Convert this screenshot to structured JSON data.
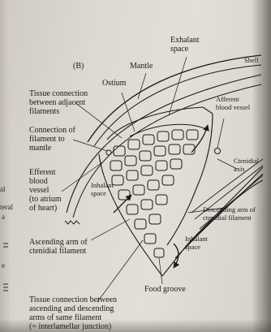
{
  "figure_label": "(B)",
  "labels": {
    "exhalant_space": "Exhalant\nspace",
    "shell": "Shell",
    "mantle": "Mantle",
    "ostium": "Ostium",
    "tissue_connection_adjacent": "Tissue connection\nbetween adjacent\nfilaments",
    "afferent_blood_vessel": "Afferent\nblood vessel",
    "connection_to_mantle": "Connection of\nfilament to\nmantle",
    "ctenidial_axis": "Ctenidial\naxis",
    "efferent_blood_vessel": "Efferent\nblood\nvessel\n(to atrium\nof heart)",
    "inhalant_space_upper": "Inhalant\nspace",
    "descending_arm": "Descending arm of\nctenidial filament",
    "inhalant_space_lower": "Inhalant\nspace",
    "ascending_arm": "Ascending arm of\nctenidial filament",
    "food_groove": "Food groove",
    "interlamellar_junction": "Tissue connection between\nascending and descending\narms of same filament\n(= interlamellar junction)"
  },
  "left_margin_fragments": [
    "al",
    "teral",
    "a",
    "e"
  ]
}
